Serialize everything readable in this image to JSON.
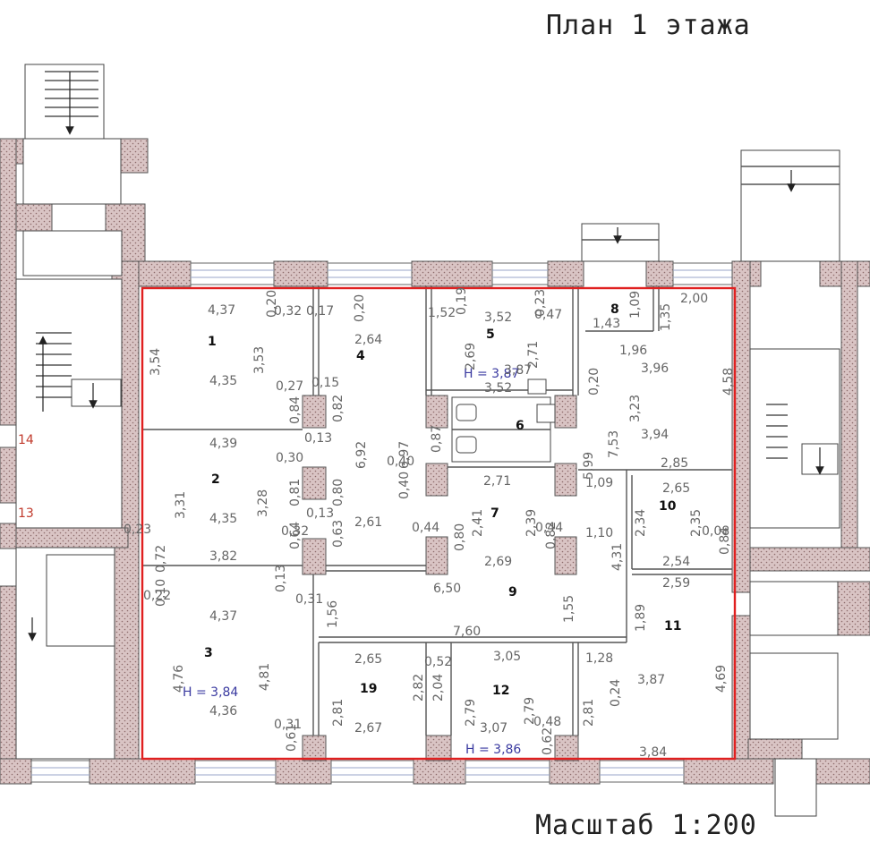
{
  "title": "План 1 этажа",
  "scale": "Масштаб 1:200",
  "colors": {
    "boundary": "#e02020",
    "wall": "#d7c2c2",
    "height_text": "#3a3aa0",
    "side_numbers": "#c0392b"
  },
  "side_numbers": [
    "14",
    "13"
  ],
  "rooms": [
    "1",
    "2",
    "3",
    "4",
    "5",
    "6",
    "7",
    "8",
    "9",
    "10",
    "11",
    "12",
    "19"
  ],
  "heights": [
    "H = 3,87",
    "H = 3,84",
    "H = 3,86"
  ],
  "dimensions": [
    "4,37",
    "0,20",
    "0,32",
    "0,17",
    "0,20",
    "1,52",
    "0,19",
    "3,52",
    "0,47",
    "0,23",
    "1,09",
    "1,35",
    "2,00",
    "3,54",
    "3,53",
    "2,64",
    "2,69",
    "2,71",
    "1,43",
    "1,96",
    "3,96",
    "4,58",
    "4,35",
    "0,27",
    "0,15",
    "3,87",
    "3,52",
    "0,20",
    "3,23",
    "0,84",
    "0,82",
    "6,92",
    "6,97",
    "7,53",
    "3,94",
    "4,39",
    "0,13",
    "0,87",
    "0,30",
    "0,40",
    "0,40",
    "5,99",
    "2,85",
    "0,81",
    "0,80",
    "2,71",
    "1,09",
    "2,65",
    "3,31",
    "3,28",
    "2,41",
    "2,39",
    "2,34",
    "2,35",
    "4,35",
    "0,13",
    "2,61",
    "0,44",
    "0,44",
    "0,08",
    "0,23",
    "0,72",
    "0,32",
    "0,64",
    "0,63",
    "0,80",
    "0,82",
    "1,10",
    "4,31",
    "0,84",
    "3,82",
    "2,69",
    "2,54",
    "0,10",
    "0,22",
    "0,13",
    "6,50",
    "2,59",
    "0,31",
    "1,56",
    "1,55",
    "1,89",
    "4,37",
    "7,60",
    "2,65",
    "0,52",
    "3,05",
    "1,28",
    "4,76",
    "4,81",
    "2,81",
    "2,82",
    "2,04",
    "2,79",
    "2,79",
    "2,81",
    "0,24",
    "3,87",
    "4,69",
    "4,36",
    "2,67",
    "3,07",
    "0,48",
    "0,31",
    "0,61",
    "0,62",
    "3,84"
  ]
}
